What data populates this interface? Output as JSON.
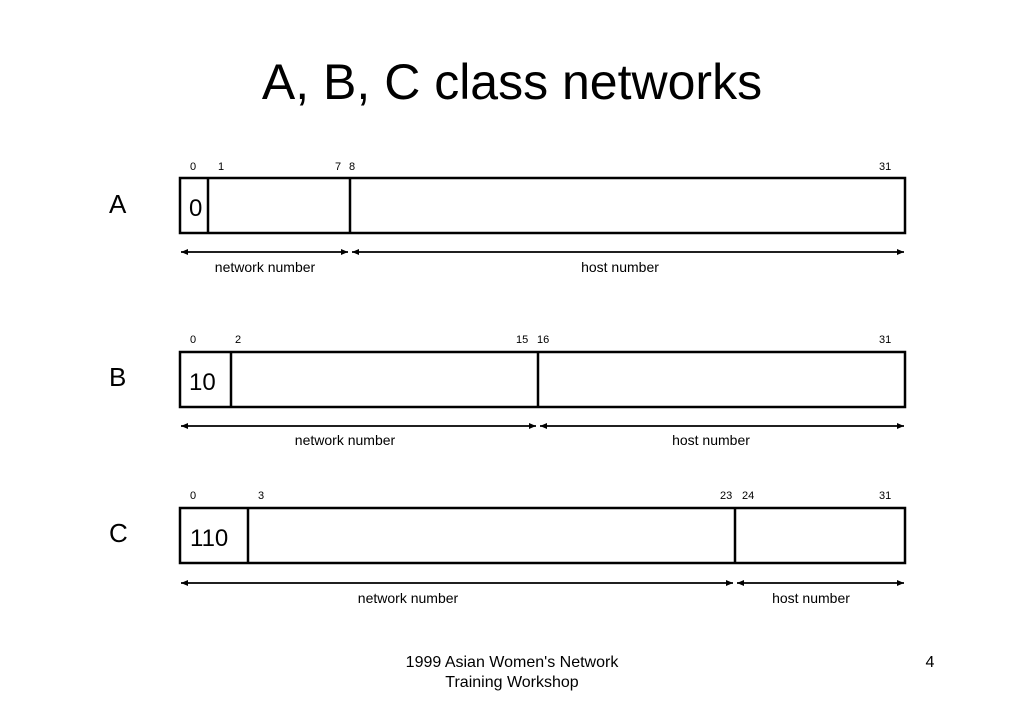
{
  "title": "A, B, C class networks",
  "classes": [
    {
      "label": "A",
      "prefix": "0",
      "bit_labels": {
        "prefix_start": "0",
        "prefix_end_next": "1",
        "network_end": "7",
        "host_start": "8",
        "host_end": "31"
      },
      "network_label": "network number",
      "host_label": "host number"
    },
    {
      "label": "B",
      "prefix": "10",
      "bit_labels": {
        "prefix_start": "0",
        "prefix_end_next": "2",
        "network_end": "15",
        "host_start": "16",
        "host_end": "31"
      },
      "network_label": "network number",
      "host_label": "host number"
    },
    {
      "label": "C",
      "prefix": "110",
      "bit_labels": {
        "prefix_start": "0",
        "prefix_end_next": "3",
        "network_end": "23",
        "host_start": "24",
        "host_end": "31"
      },
      "network_label": "network number",
      "host_label": "host number"
    }
  ],
  "footer": {
    "line1": "1999 Asian Women's Network",
    "line2": "Training Workshop",
    "page_number": "4"
  }
}
